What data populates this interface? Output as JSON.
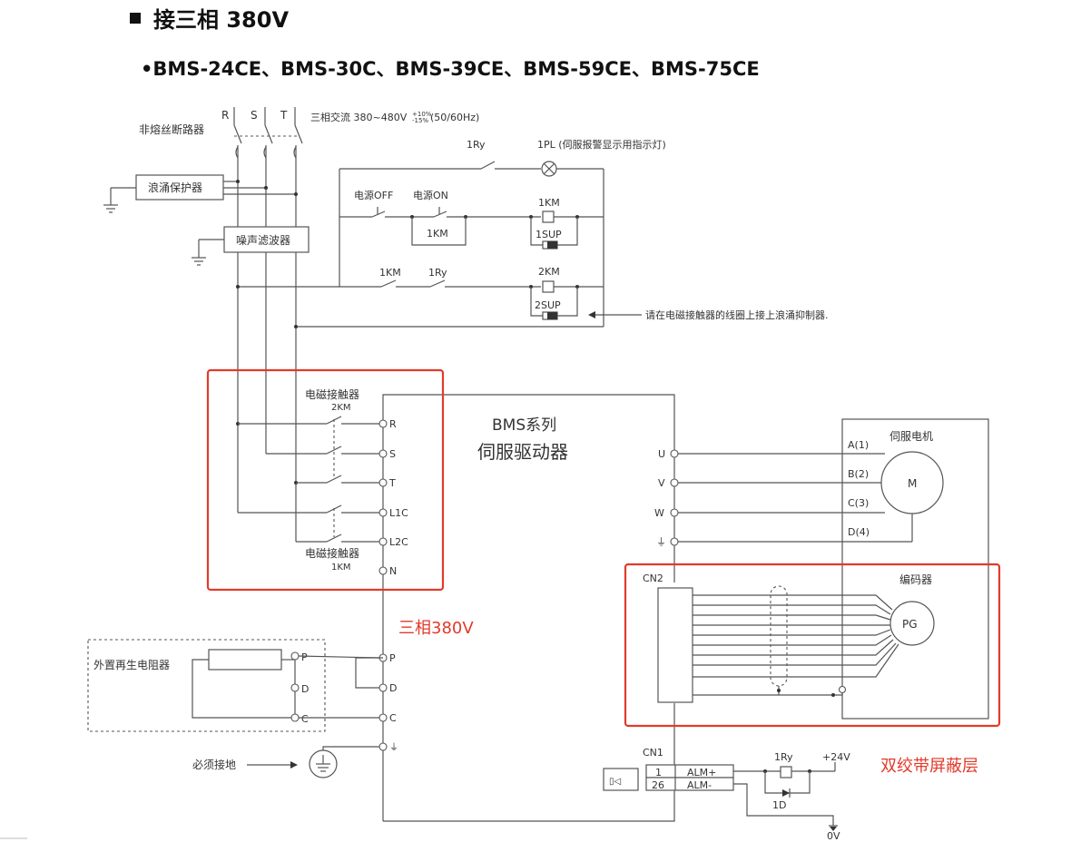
{
  "heading": "接三相  380V",
  "models": "•BMS-24CE、BMS-30C、BMS-39CE、BMS-59CE、BMS-75CE",
  "labels": {
    "phase_R": "R",
    "phase_S": "S",
    "phase_T": "T",
    "supply": "三相交流 380~480V",
    "supply_tol": "+10%\n-15%",
    "supply_freq": "(50/60Hz)",
    "breaker": "非熔丝断路器",
    "surge": "浪涌保护器",
    "noise_filter": "噪声滤波器",
    "relay_1ry_top": "1Ry",
    "pilot_lamp": "1PL (伺服报警显示用指示灯)",
    "power_off": "电源OFF",
    "power_on": "电源ON",
    "km1_coil": "1KM",
    "km1_hold": "1KM",
    "sup1": "1SUP",
    "km1_contact": "1KM",
    "ry1_contact": "1Ry",
    "km2_coil": "2KM",
    "sup2": "2SUP",
    "surge_note": "请在电磁接触器的线圈上接上浪涌抑制器.",
    "contactor_2km": "电磁接触器",
    "contactor_2km_id": "2KM",
    "contactor_1km": "电磁接触器",
    "contactor_1km_id": "1KM",
    "drive_title_1": "BMS系列",
    "drive_title_2": "伺服驱动器",
    "term_R": "R",
    "term_S": "S",
    "term_T": "T",
    "term_L1C": "L1C",
    "term_L2C": "L2C",
    "term_N": "N",
    "term_U": "U",
    "term_V": "V",
    "term_W": "W",
    "servo_motor": "伺服电机",
    "motor_A": "A(1)",
    "motor_B": "B(2)",
    "motor_C": "C(3)",
    "motor_D": "D(4)",
    "motor_M": "M",
    "cn2": "CN2",
    "encoder": "编码器",
    "pg": "PG",
    "three_phase_note": "三相380V",
    "regen_resistor": "外置再生电阻器",
    "term_P": "P",
    "term_D": "D",
    "term_C": "C",
    "ground_required": "必须接地",
    "cn1": "CN1",
    "pin_1": "1",
    "pin_26": "26",
    "alm_plus": "ALM+",
    "alm_minus": "ALM-",
    "ry1_coil": "1Ry",
    "plus24": "+24V",
    "diode_1d": "1D",
    "zero_v": "0V",
    "shield_note": "双绞带屏蔽层"
  },
  "colors": {
    "highlight": "#e23a2a",
    "wire": "#555555"
  }
}
